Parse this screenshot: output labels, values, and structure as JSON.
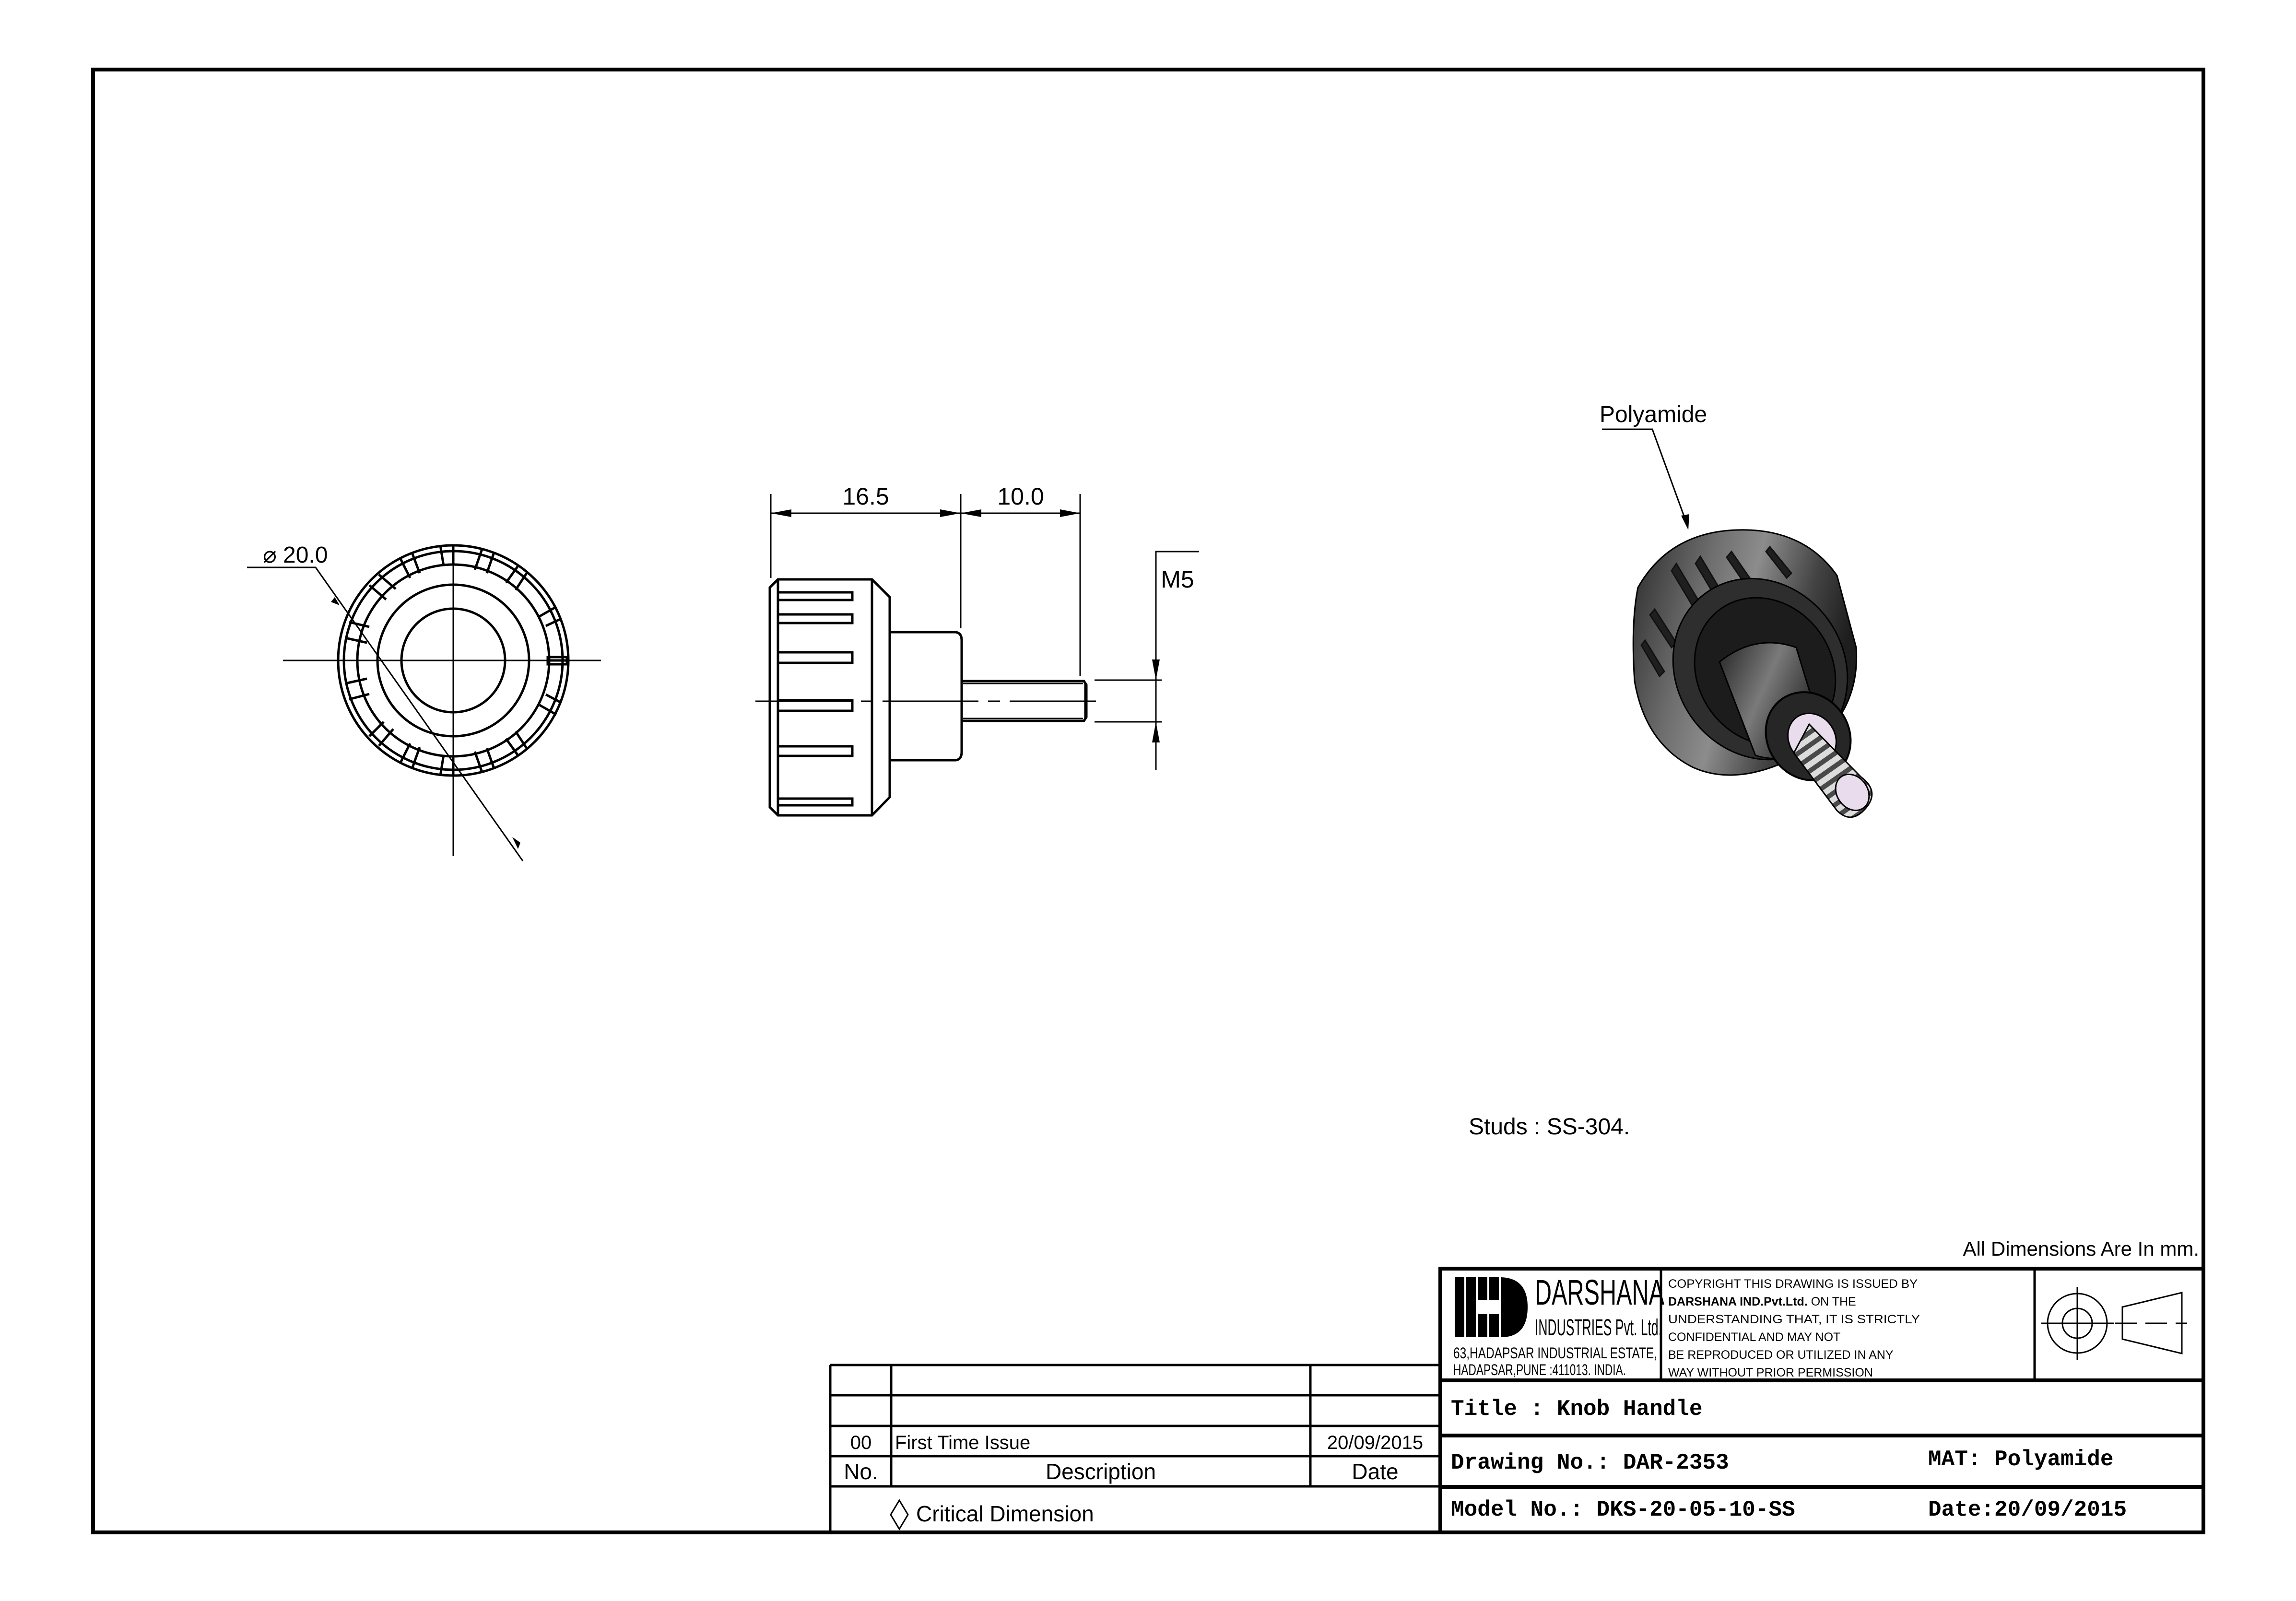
{
  "sheet": {
    "units_note": "All Dimensions Are In mm.",
    "studs_note": "Studs : SS-304."
  },
  "views": {
    "front": {
      "diameter_label": "20.0",
      "diameter_symbol": "⌀"
    },
    "side": {
      "dim_head_length": "16.5",
      "dim_stud_length": "10.0",
      "thread_label": "M5"
    },
    "isometric": {
      "material_callout": "Polyamide",
      "colors": {
        "knob_body": "#3a3a3a",
        "knob_highlight": "#8a8a8a",
        "stud_face": "#e8dced",
        "thread_light": "#d8d8d8",
        "thread_dark": "#4a4a4a"
      }
    }
  },
  "company": {
    "name": "DARSHANA",
    "subtitle": "INDUSTRIES Pvt. Ltd.",
    "address_line1": "63,HADAPSAR INDUSTRIAL ESTATE,",
    "address_line2": "HADAPSAR,PUNE :411013. INDIA."
  },
  "copyright": {
    "line1": "COPYRIGHT THIS DRAWING IS ISSUED BY",
    "line2_bold": "DARSHANA IND.Pvt.Ltd.",
    "line2_rest": " ON THE",
    "line3": "UNDERSTANDING THAT, IT IS STRICTLY",
    "line4": "CONFIDENTIAL AND MAY NOT",
    "line5": "BE REPRODUCED OR UTILIZED IN ANY",
    "line6": "WAY WITHOUT PRIOR PERMISSION"
  },
  "title_block": {
    "title": "Title : Knob Handle",
    "drawing_no": "Drawing No.: DAR-2353",
    "material": "MAT: Polyamide",
    "model_no": "Model No.: DKS-20-05-10-SS",
    "date": "Date:20/09/2015"
  },
  "revisions": {
    "headers": {
      "no": "No.",
      "description": "Description",
      "date": "Date"
    },
    "rows": [
      {
        "no": "",
        "description": "",
        "date": ""
      },
      {
        "no": "",
        "description": "",
        "date": ""
      },
      {
        "no": "00",
        "description": "First Time Issue",
        "date": "20/09/2015"
      }
    ],
    "legend": "Critical Dimension"
  }
}
